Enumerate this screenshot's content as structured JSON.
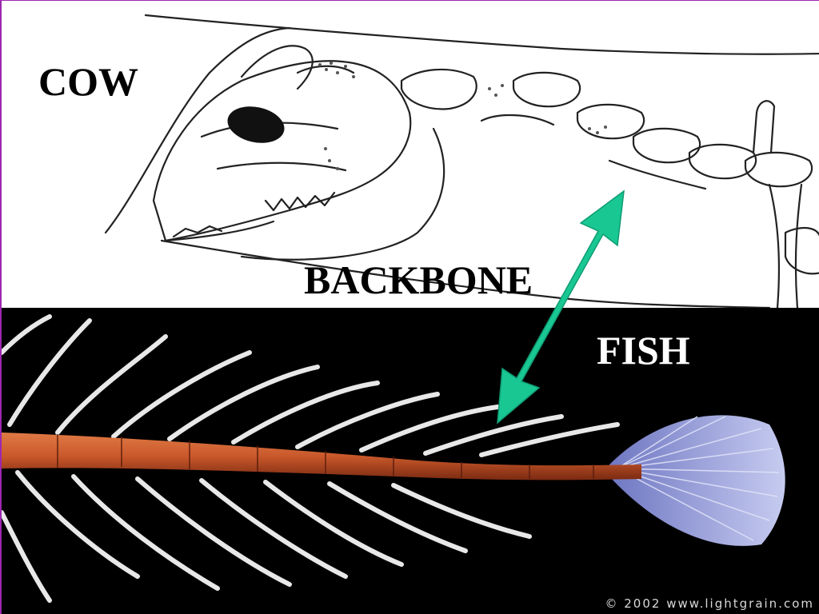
{
  "labels": {
    "cow": "COW",
    "backbone": "BACKBONE",
    "fish": "FISH"
  },
  "credit": "© 2002 www.lightgrain.com",
  "colors": {
    "arrow": "#19c793",
    "fish_spine": "#c9582b",
    "fish_fin": "#8a93d8",
    "background_bottom": "#000000",
    "background_top": "#ffffff",
    "border": "#9c27b0"
  },
  "images": {
    "cow": "cow-skull-skeleton-drawing",
    "fish": "fish-skeleton-photo"
  },
  "icons": {
    "arrow": "double-headed-arrow-icon"
  }
}
